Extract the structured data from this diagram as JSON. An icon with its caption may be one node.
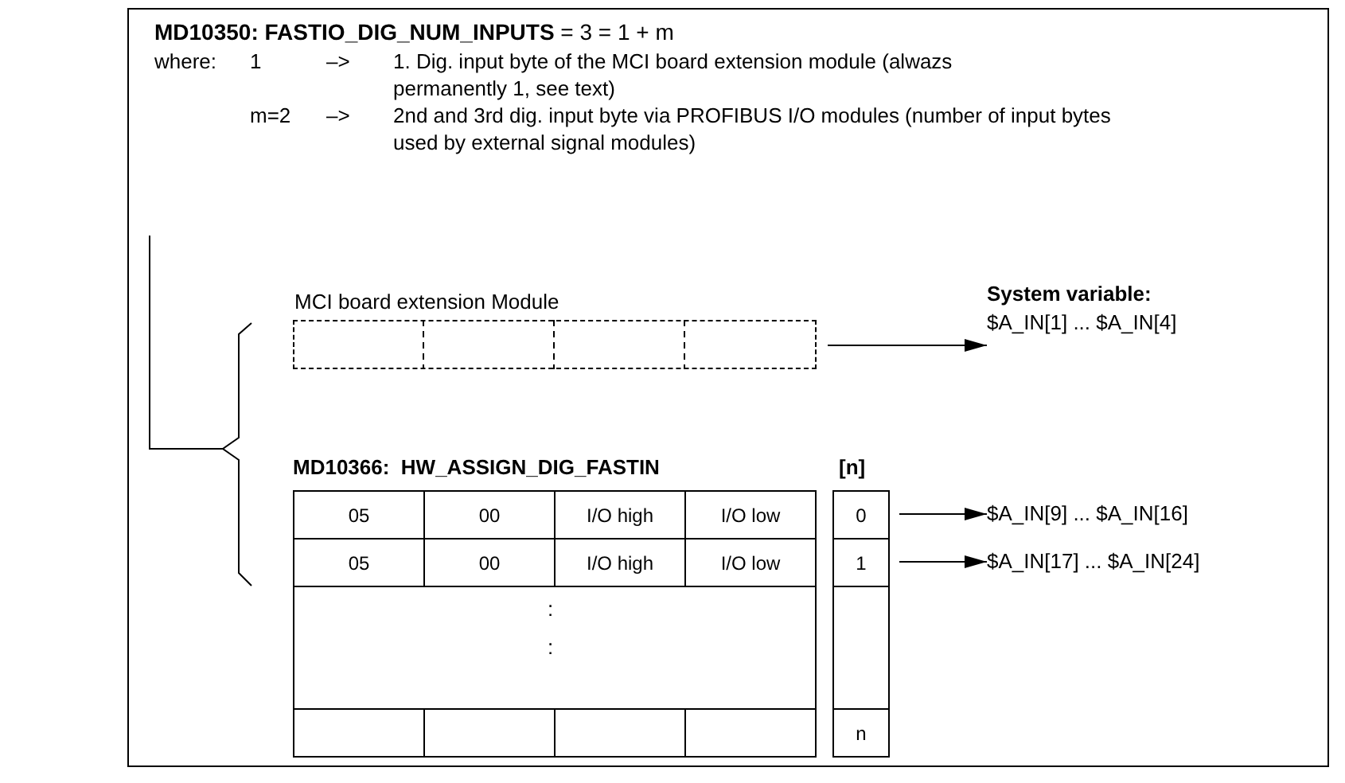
{
  "diagram": {
    "nodes": [
      {
        "text": [
          "MCI board extension Module"
        ]
      },
      {
        "text": [
          "System variable:",
          "$A_IN[1] ... $A_IN[4]"
        ]
      },
      {
        "text": [
          "0"
        ]
      },
      {
        "text": [
          "$A_IN[9] ... $A_IN[16]"
        ]
      },
      {
        "text": [
          "1"
        ]
      },
      {
        "text": [
          "$A_IN[17] ... $A_IN[24]"
        ]
      }
    ],
    "edges": [
      {
        "from": 0,
        "to": 1,
        "arrow": "to"
      },
      {
        "from": 2,
        "to": 3,
        "arrow": "to"
      },
      {
        "from": 4,
        "to": 5,
        "arrow": "to"
      }
    ],
    "labels": [
      "**MD10350: FASTIO_DIG_NUM_INPUTS** = 3 = 1 + m",
      "where:",
      "1",
      "–>",
      "1. Dig. input byte of the MCI board extension module (alwazs permanently 1, see text)",
      "m=2",
      "–>",
      "2nd and 3rd dig. input byte via PROFIBUS I/O modules (number of input bytes used by external signal modules)",
      "MD10366:  HW_ASSIGN_DIG_FASTIN",
      "[n]",
      "05",
      "00",
      "I/O high",
      "I/O low",
      "05",
      "00",
      "I/O high",
      "I/O low",
      ":",
      ":",
      "n"
    ]
  }
}
